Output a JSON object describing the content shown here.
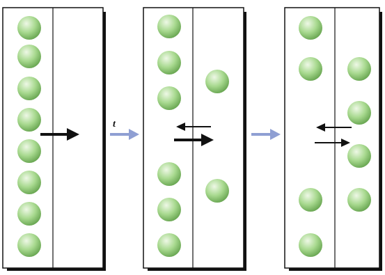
{
  "time_label": "t",
  "colors": {
    "ball_light": "#e9f6df",
    "ball_mid": "#a8d98f",
    "ball_dark": "#6fae58",
    "frame": "#111111",
    "shadow": "#111111",
    "time_arrow": "#8f9fd3",
    "flux_arrow": "#111111"
  },
  "panels": [
    {
      "name": "panel-initial",
      "left_count": 8,
      "right_count": 0,
      "flux": [
        {
          "direction": "left-to-right",
          "weight": "thick"
        }
      ]
    },
    {
      "name": "panel-intermediate",
      "left_count": 6,
      "right_count": 2,
      "flux": [
        {
          "direction": "right-to-left",
          "weight": "thin"
        },
        {
          "direction": "left-to-right",
          "weight": "thick"
        }
      ]
    },
    {
      "name": "panel-equilibrium",
      "left_count": 4,
      "right_count": 4,
      "flux": [
        {
          "direction": "right-to-left",
          "weight": "thin"
        },
        {
          "direction": "left-to-right",
          "weight": "thin"
        }
      ]
    }
  ],
  "transitions": [
    "time-arrow-1",
    "time-arrow-2"
  ]
}
